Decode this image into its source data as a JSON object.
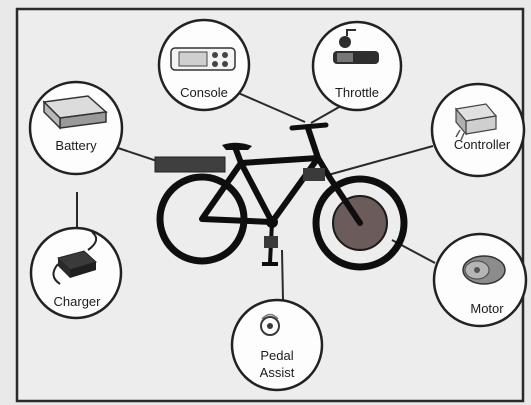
{
  "diagram": {
    "components": [
      {
        "id": "console",
        "label": "Console"
      },
      {
        "id": "throttle",
        "label": "Throttle"
      },
      {
        "id": "battery",
        "label": "Battery"
      },
      {
        "id": "controller",
        "label": "Controller"
      },
      {
        "id": "charger",
        "label": "Charger"
      },
      {
        "id": "motor",
        "label": "Motor"
      },
      {
        "id": "pedal_assist",
        "label_line1": "Pedal",
        "label_line2": "Assist"
      }
    ],
    "colors": {
      "background": "#e9e9e9",
      "frame": "#0e0e0e",
      "battery_pack": "#3f3f3f",
      "hub_motor": "#6b5b5b",
      "node_fill": "#fdfdfd"
    }
  }
}
